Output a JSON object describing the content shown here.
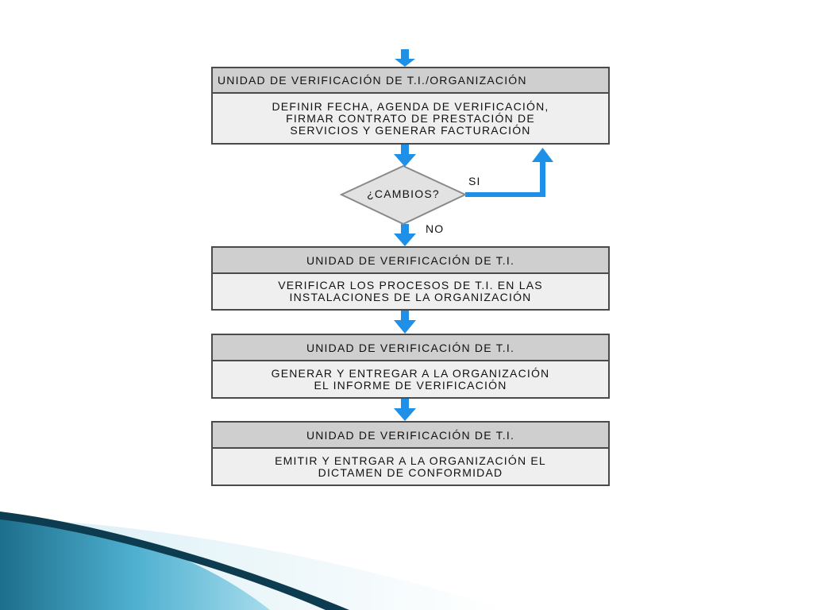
{
  "flowchart": {
    "box1": {
      "header": "UNIDAD DE VERIFICACIÓN DE T.I./ORGANIZACIÓN",
      "body": "DEFINIR FECHA, AGENDA DE VERIFICACIÓN,\nFIRMAR CONTRATO DE PRESTACIÓN DE\nSERVICIOS Y GENERAR FACTURACIÓN"
    },
    "decision": {
      "text": "¿CAMBIOS?",
      "yes_label": "SI",
      "no_label": "NO"
    },
    "box2": {
      "header": "UNIDAD DE VERIFICACIÓN DE T.I.",
      "body": "VERIFICAR LOS PROCESOS DE T.I. EN LAS\nINSTALACIONES DE LA ORGANIZACIÓN"
    },
    "box3": {
      "header": "UNIDAD DE VERIFICACIÓN DE T.I.",
      "body": "GENERAR Y ENTREGAR A LA ORGANIZACIÓN\nEL INFORME DE VERIFICACIÓN"
    },
    "box4": {
      "header": "UNIDAD DE VERIFICACIÓN DE T.I.",
      "body": "EMITIR Y ENTRGAR A LA ORGANIZACIÓN EL\nDICTAMEN DE CONFORMIDAD"
    }
  },
  "colors": {
    "arrow": "#1e90e8",
    "box_header_bg": "#cfcfcf",
    "box_body_bg": "#efefef",
    "diamond_fill": "#e2e2e2",
    "slide_accent_dark": "#0d3b4f",
    "slide_accent_light": "#5ab6d4"
  }
}
